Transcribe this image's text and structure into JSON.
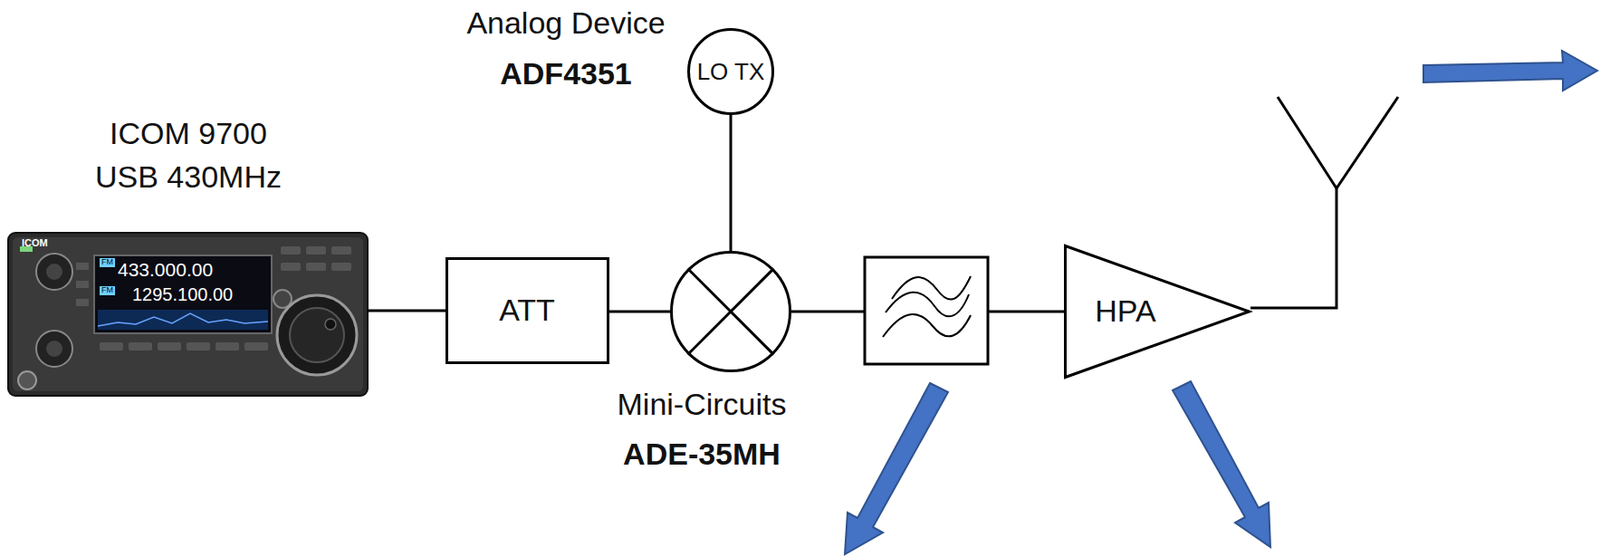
{
  "diagram": {
    "nodes": [
      {
        "text": [
          "ICOM 9700",
          "USB 430MHz"
        ]
      },
      {
        "text": [
          "ATT"
        ]
      },
      {
        "text": [
          "Analog Device",
          "ADF4351",
          "LO TX"
        ]
      },
      {
        "text": [
          "Mini-Circuits",
          "ADE-35MH"
        ]
      },
      {
        "text": [
          "HPA"
        ]
      }
    ],
    "edges": [
      {
        "from": 0,
        "to": 1,
        "arrow": "none"
      },
      {
        "from": 1,
        "to": 3,
        "arrow": "none"
      },
      {
        "from": 2,
        "to": 3,
        "arrow": "none"
      }
    ],
    "labels": [
      "ICOM",
      "FM",
      "433.000.00",
      "FM",
      "1295.100.00"
    ]
  }
}
